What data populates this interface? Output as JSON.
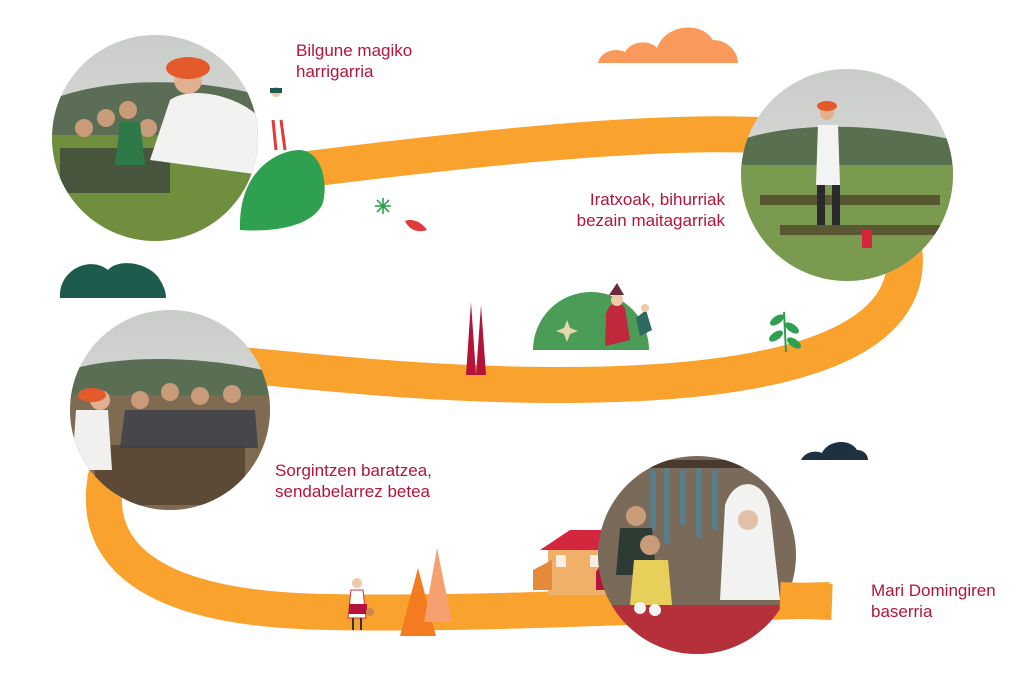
{
  "colors": {
    "path": "#f9a22e",
    "crimson": "#b5143a",
    "green": "#2fa04f",
    "dark_green": "#1e5b4f",
    "navy": "#1f3140",
    "cloud_orange": "#f99a5c"
  },
  "stops": [
    {
      "photo": "photo-stop-1",
      "lines": [
        "Bilgune magiko",
        "harrigarria"
      ]
    },
    {
      "photo": "photo-stop-2",
      "lines": [
        "Iratxoak, bihurriak",
        "bezain maitagarriak"
      ]
    },
    {
      "photo": "photo-stop-3",
      "lines": [
        "Sorgintzen baratzea,",
        "sendabelarrez betea"
      ]
    },
    {
      "photo": "photo-stop-4",
      "lines": [
        "Mari Domingiren",
        "baserria"
      ]
    }
  ],
  "decorations": [
    "cloud",
    "sparkle-icon",
    "leaf-icon",
    "tree-icon",
    "house-icon",
    "figure-icon"
  ]
}
